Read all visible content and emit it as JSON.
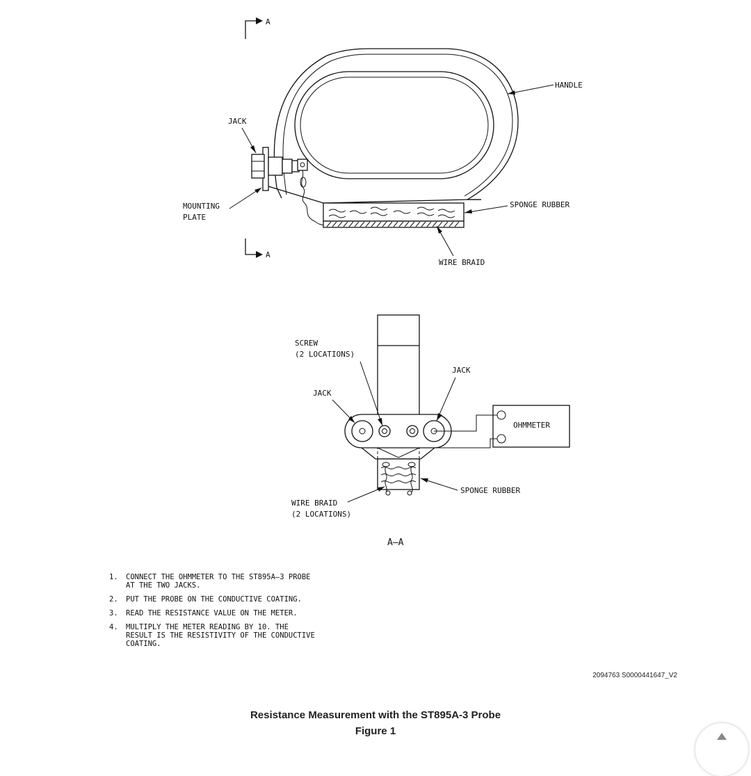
{
  "diagram": {
    "section_marker_top": "A",
    "section_marker_bottom": "A",
    "labels": {
      "handle": "HANDLE",
      "jack_top": "JACK",
      "mounting_plate_1": "MOUNTING",
      "mounting_plate_2": "PLATE",
      "sponge_rubber_top": "SPONGE RUBBER",
      "wire_braid_top": "WIRE BRAID",
      "screw_1": "SCREW",
      "screw_2": "(2 LOCATIONS)",
      "jack_left": "JACK",
      "jack_right": "JACK",
      "ohmmeter": "OHMMETER",
      "sponge_rubber_bottom": "SPONGE RUBBER",
      "wire_braid_bottom_1": "WIRE BRAID",
      "wire_braid_bottom_2": "(2 LOCATIONS)",
      "section_title": "A–A"
    }
  },
  "notes": [
    {
      "num": "1.",
      "text": "CONNECT THE OHMMETER TO THE ST895A–3 PROBE\nAT THE TWO JACKS."
    },
    {
      "num": "2.",
      "text": "PUT THE PROBE ON THE CONDUCTIVE COATING."
    },
    {
      "num": "3.",
      "text": "READ THE RESISTANCE VALUE ON THE METER."
    },
    {
      "num": "4.",
      "text": "MULTIPLY THE METER READING BY 10.  THE\nRESULT IS THE RESISTIVITY OF THE CONDUCTIVE\nCOATING."
    }
  ],
  "reference_code": "2094763 S0000441647_V2",
  "caption": {
    "title": "Resistance Measurement with the ST895A-3 Probe",
    "figure": "Figure 1"
  },
  "scroll_button_icon": "chevron-up-icon"
}
